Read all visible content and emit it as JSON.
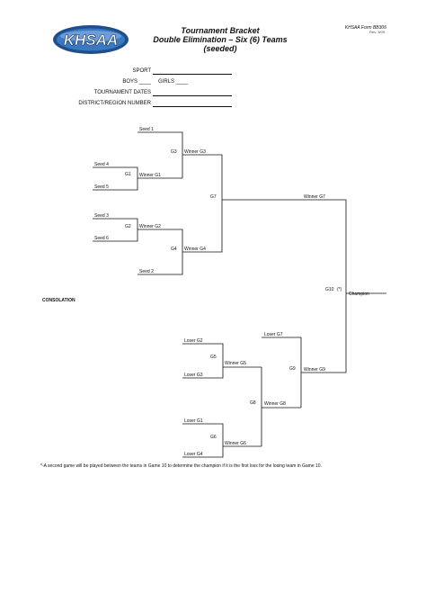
{
  "logo": {
    "text": "KHSAA"
  },
  "header": {
    "title_line1": "Tournament Bracket",
    "title_line2": "Double Elimination – Six (6) Teams",
    "title_line3": "(seeded)",
    "form_label": "KHSAA Form BB306",
    "rev_label": "Rev. 3/09"
  },
  "form_fields": {
    "sport": "SPORT",
    "boys": "BOYS ____",
    "girls": "GIRLS ____",
    "tournament_dates": "TOURNAMENT DATES",
    "district_region": "DISTRICT/REGION NUMBER"
  },
  "bracket": {
    "seed1": "Seed 1",
    "seed4": "Seed 4",
    "seed5": "Seed 5",
    "seed3": "Seed 3",
    "seed6": "Seed 6",
    "seed2": "Seed 2",
    "g1": "G1",
    "g2": "G2",
    "g3": "G3",
    "g4": "G4",
    "g7": "G7",
    "g10": "G10",
    "g10_note": "(*)",
    "winner_g1": "Winner G1",
    "winner_g2": "Winner G2",
    "winner_g3": "Winner G3",
    "winner_g4": "Winner G4",
    "winner_g7": "Winner G7",
    "champion": "Champion"
  },
  "consolation": {
    "heading": "CONSOLATION",
    "loser_g2": "Loser G2",
    "loser_g3": "Loser G3",
    "loser_g1": "Loser G1",
    "loser_g4": "Loser G4",
    "loser_g7": "Loser G7",
    "g5": "G5",
    "g6": "G6",
    "g8": "G8",
    "g9": "G9",
    "winner_g5": "Winner G5",
    "winner_g6": "Winner G6",
    "winner_g8": "Winner G8",
    "winner_g9": "Winner G9"
  },
  "footnote": "*-A second game will be played between the teams in Game 10 to determine the champion if it is the first loss for the losing team in Game 10."
}
